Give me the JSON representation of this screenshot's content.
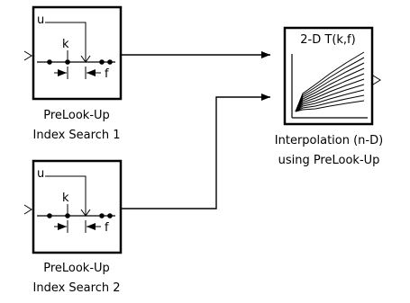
{
  "blocks": {
    "prelookup1": {
      "port_label": "u",
      "index_label": "k",
      "fraction_label": "f",
      "name_line1": "PreLook-Up",
      "name_line2": "Index Search 1"
    },
    "prelookup2": {
      "port_label": "u",
      "index_label": "k",
      "fraction_label": "f",
      "name_line1": "PreLook-Up",
      "name_line2": "Index Search 2"
    },
    "interp": {
      "header": "2-D T(k,f)",
      "name_line1": "Interpolation (n-D)",
      "name_line2": "using PreLook-Up"
    }
  }
}
